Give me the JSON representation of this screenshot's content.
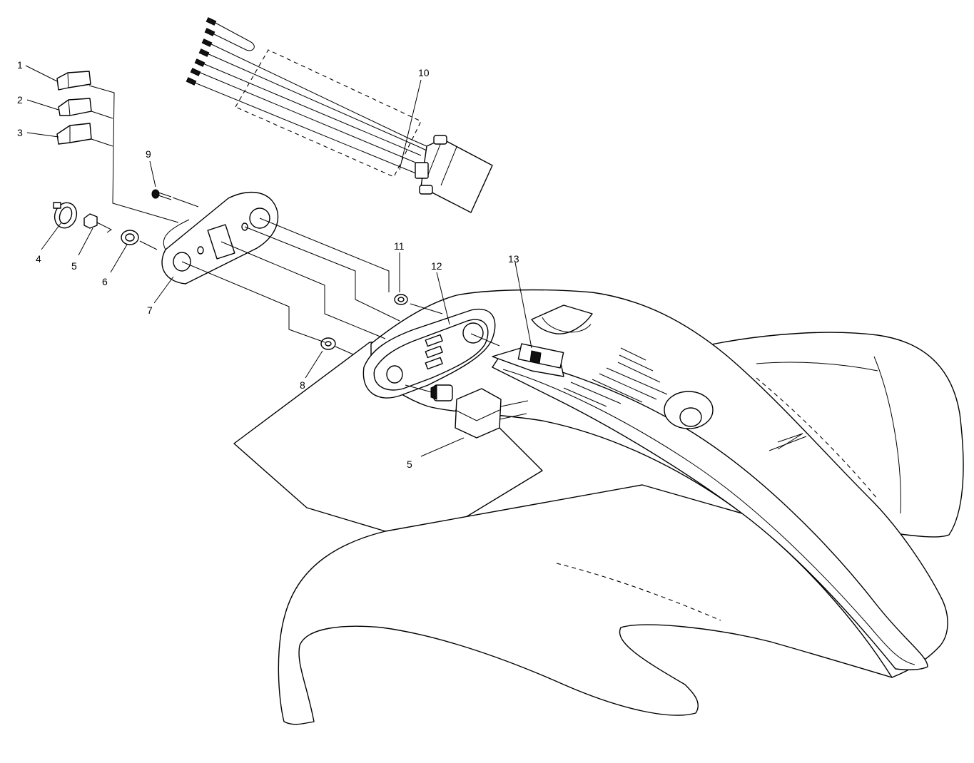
{
  "diagram": {
    "callouts": [
      {
        "id": "c1",
        "text": "1"
      },
      {
        "id": "c2",
        "text": "2"
      },
      {
        "id": "c3",
        "text": "3"
      },
      {
        "id": "c4",
        "text": "4"
      },
      {
        "id": "c5a",
        "text": "5"
      },
      {
        "id": "c6",
        "text": "6"
      },
      {
        "id": "c7",
        "text": "7"
      },
      {
        "id": "c8",
        "text": "8"
      },
      {
        "id": "c9",
        "text": "9"
      },
      {
        "id": "c10",
        "text": "10"
      },
      {
        "id": "c11",
        "text": "11"
      },
      {
        "id": "c12",
        "text": "12"
      },
      {
        "id": "c13",
        "text": "13"
      },
      {
        "id": "c5b",
        "text": "5"
      }
    ]
  }
}
